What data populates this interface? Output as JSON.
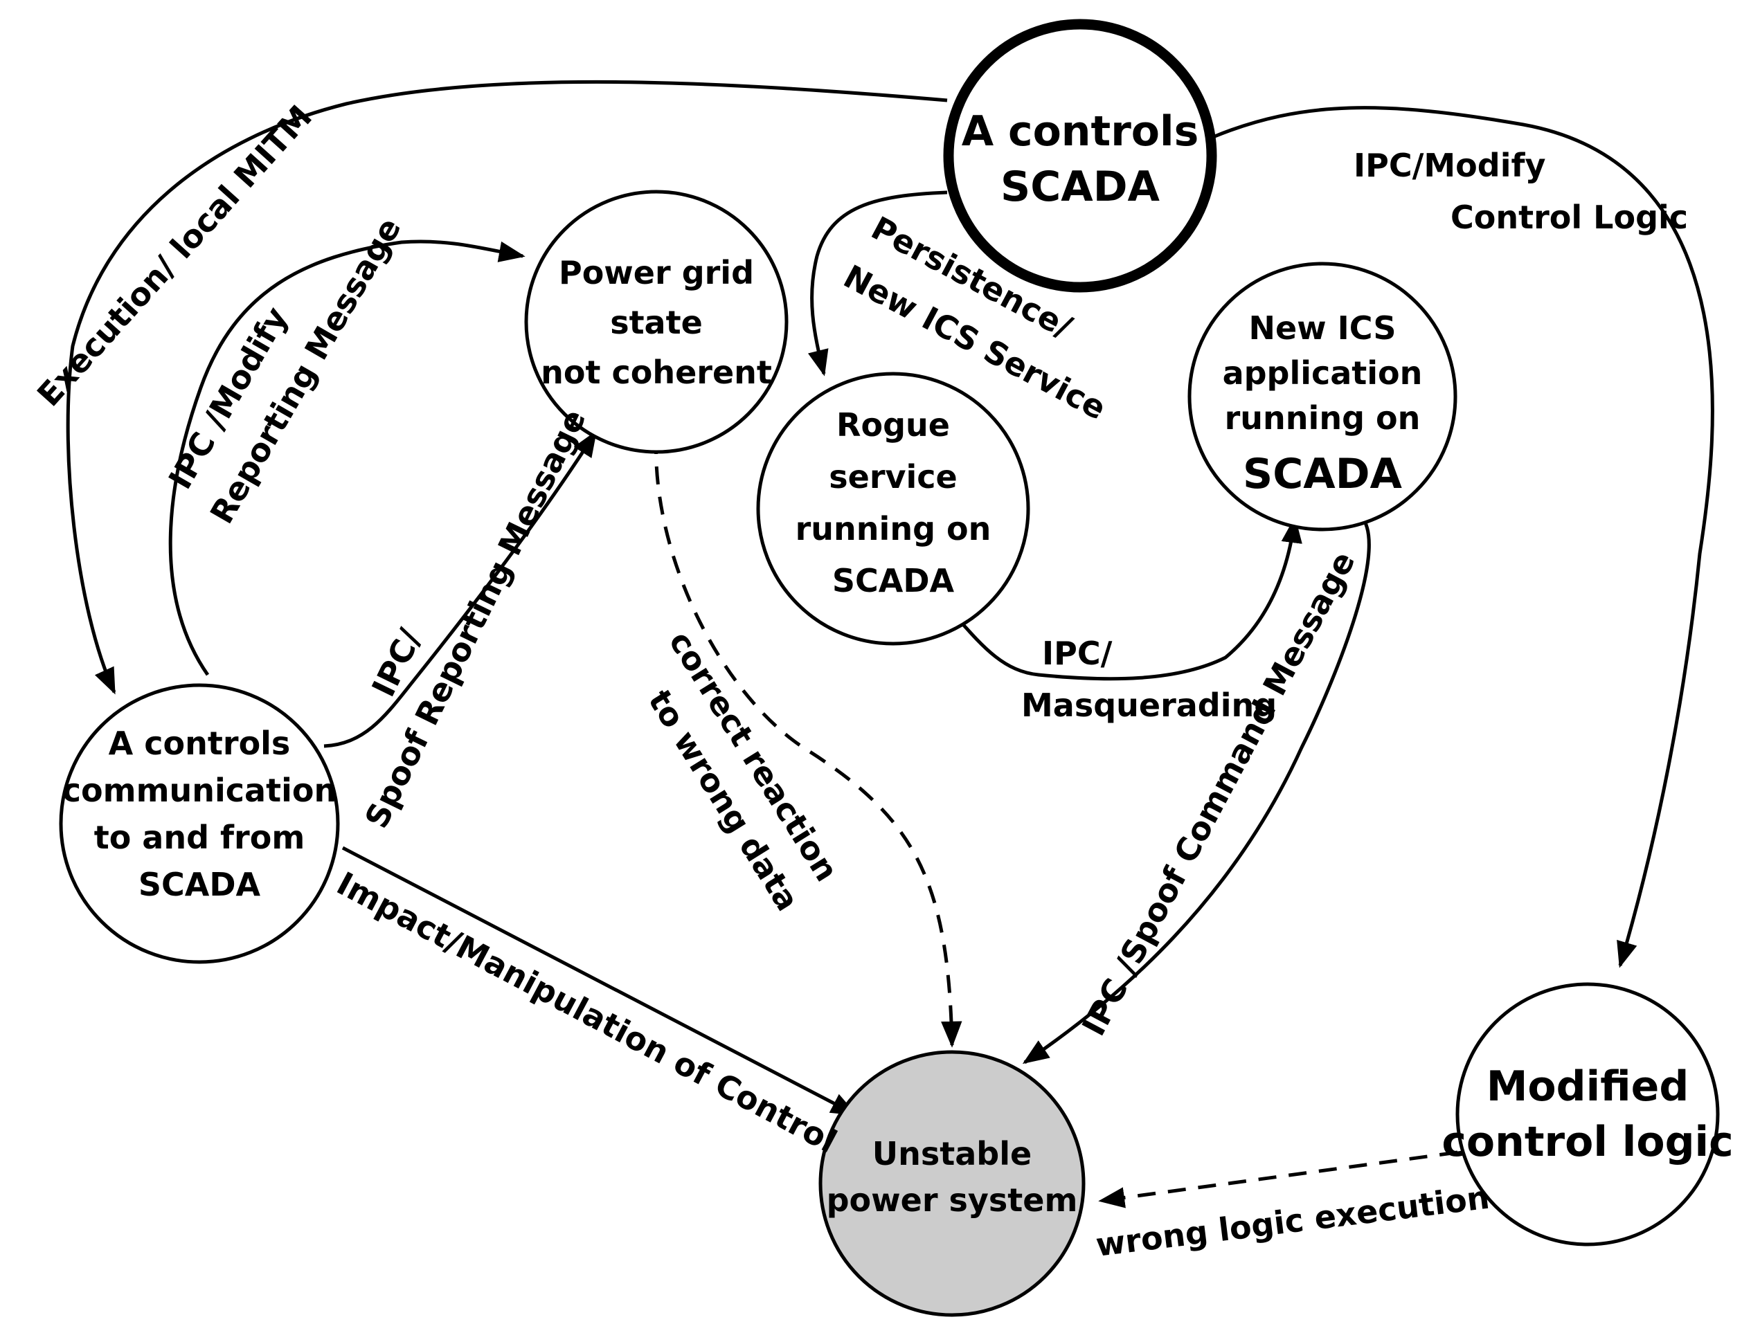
{
  "nodes": {
    "a_controls_scada": [
      "A controls",
      "SCADA"
    ],
    "power_grid_state": [
      "Power grid",
      "state",
      "not coherent"
    ],
    "rogue_service": [
      "Rogue",
      "service",
      "running on",
      "SCADA"
    ],
    "new_ics_app": [
      "New ICS",
      "application",
      "running on",
      "SCADA"
    ],
    "a_controls_comm": [
      "A controls",
      "communication",
      "to and from",
      "SCADA"
    ],
    "unstable_power": [
      "Unstable",
      "power system"
    ],
    "modified_logic": [
      "Modified",
      "control logic"
    ]
  },
  "edges": {
    "execution_mitm": "Execution/ local  MITM",
    "ipc_modify_control_logic": [
      "IPC/Modify",
      "Control Logic"
    ],
    "persistence_new_service": [
      "Persistence/",
      "New ICS Service"
    ],
    "ipc_modify_reporting": [
      "IPC /Modify",
      "Reporting Message"
    ],
    "ipc_spoof_reporting": [
      "IPC/",
      "Spoof Reporting Message"
    ],
    "correct_reaction": [
      "correct  reaction",
      "to wrong data"
    ],
    "ipc_masquerading": [
      "IPC/",
      "Masquerading"
    ],
    "ipc_spoof_command": "IPC /Spoof Command Message",
    "impact_manipulation": "Impact/Manipulation of Control",
    "wrong_logic": "wrong logic execution"
  },
  "colors": {
    "stroke": "#000000",
    "impact_fill": "#cccccc",
    "background": "#ffffff"
  }
}
